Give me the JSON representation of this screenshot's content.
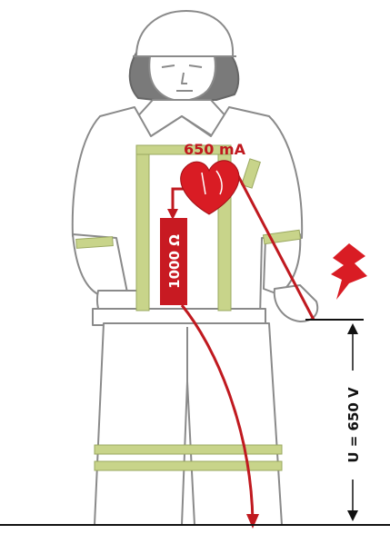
{
  "labels": {
    "current": "650 mA",
    "resistance": "1000 Ω",
    "voltage": "U = 650 V"
  },
  "colors": {
    "current_path": "#c0191f",
    "heart": "#d91c24",
    "resistor_box": "#c81a22",
    "suit_outline": "#8a8a8a",
    "reflective_stripe": "#c8d48a",
    "helmet_visor": "#707070",
    "label_text_red": "#c0191f",
    "ground": "#111111"
  },
  "icons": {
    "shock_symbol": "lightning-bolt-icon",
    "heart_symbol": "heart-icon"
  }
}
